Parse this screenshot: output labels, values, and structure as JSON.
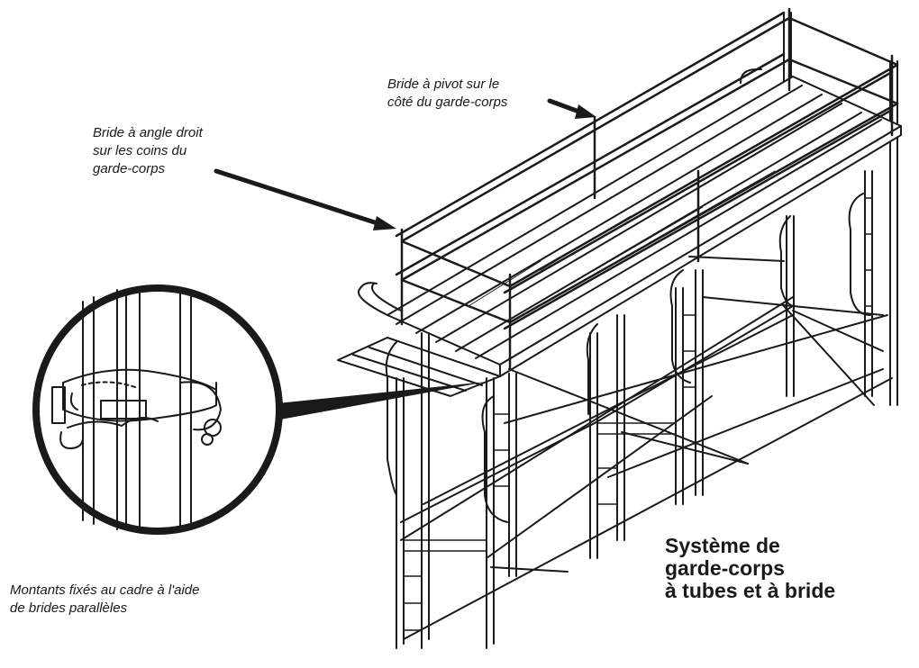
{
  "callouts": {
    "right_angle_clamp": [
      "Bride à angle droit",
      "sur les coins du",
      "garde-corps"
    ],
    "swivel_clamp": [
      "Bride à pivot sur le",
      "côté du garde-corps"
    ],
    "parallel_clamps": [
      "Montants fixés au cadre à l'aide",
      "de brides parallèles"
    ]
  },
  "title": [
    "Système de",
    "garde-corps",
    "à tubes et à bride"
  ],
  "colors": {
    "ink": "#1a1a1a",
    "background": "#ffffff"
  }
}
